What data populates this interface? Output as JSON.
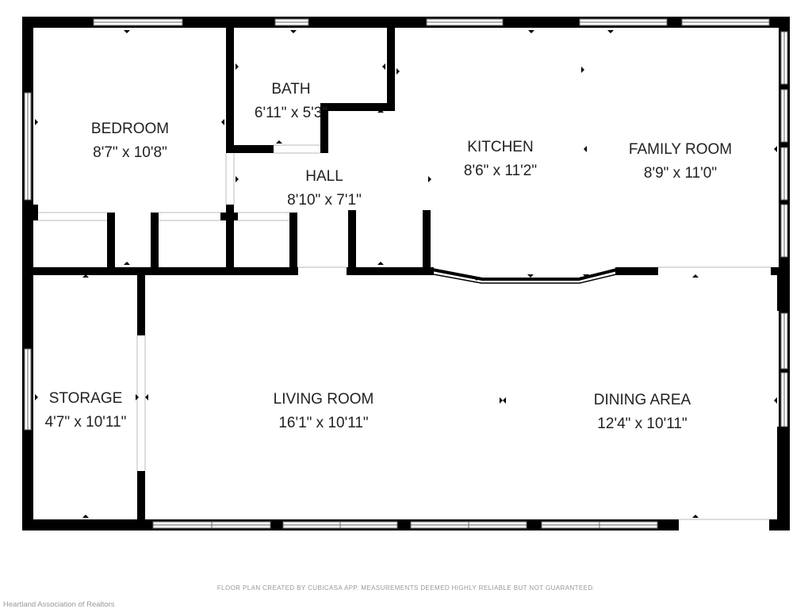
{
  "rooms": {
    "bedroom": {
      "name": "BEDROOM",
      "dims": "8'7\" x 10'8\""
    },
    "bath": {
      "name": "BATH",
      "dims": "6'11\" x 5'3\""
    },
    "kitchen": {
      "name": "KITCHEN",
      "dims": "8'6\" x 11'2\""
    },
    "family_room": {
      "name": "FAMILY ROOM",
      "dims": "8'9\" x 11'0\""
    },
    "hall": {
      "name": "HALL",
      "dims": "8'10\" x 7'1\""
    },
    "storage": {
      "name": "STORAGE",
      "dims": "4'7\" x 10'11\""
    },
    "living_room": {
      "name": "LIVING ROOM",
      "dims": "16'1\" x 10'11\""
    },
    "dining_area": {
      "name": "DINING AREA",
      "dims": "12'4\" x 10'11\""
    }
  },
  "footer": {
    "disclaimer": "FLOOR PLAN CREATED BY CUBICASA APP. MEASUREMENTS DEEMED HIGHLY RELIABLE BUT NOT GUARANTEED.",
    "attribution": "Heartland Association of Realtors"
  },
  "colors": {
    "wall": "#000000",
    "window_frame": "#666666",
    "background": "#ffffff",
    "text": "#222222"
  }
}
